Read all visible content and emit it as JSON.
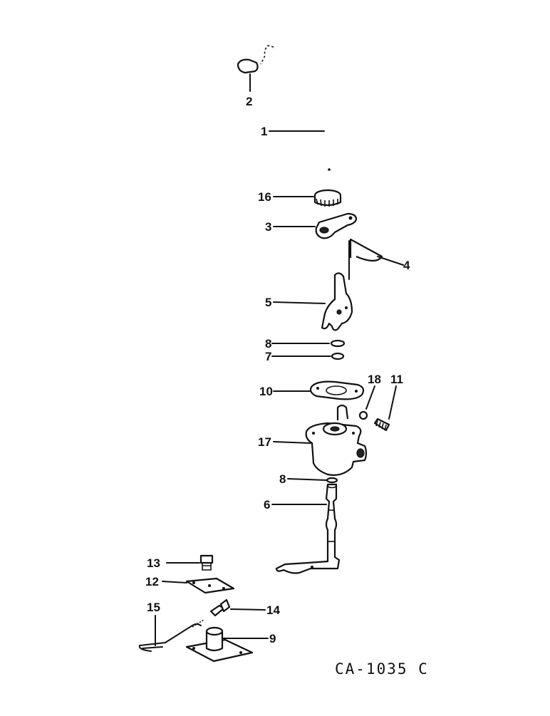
{
  "diagram": {
    "code": "CA-1035 C",
    "callouts": [
      "1",
      "2",
      "3",
      "4",
      "5",
      "6",
      "7",
      "8",
      "8",
      "9",
      "10",
      "11",
      "12",
      "13",
      "14",
      "15",
      "16",
      "17",
      "18"
    ]
  }
}
